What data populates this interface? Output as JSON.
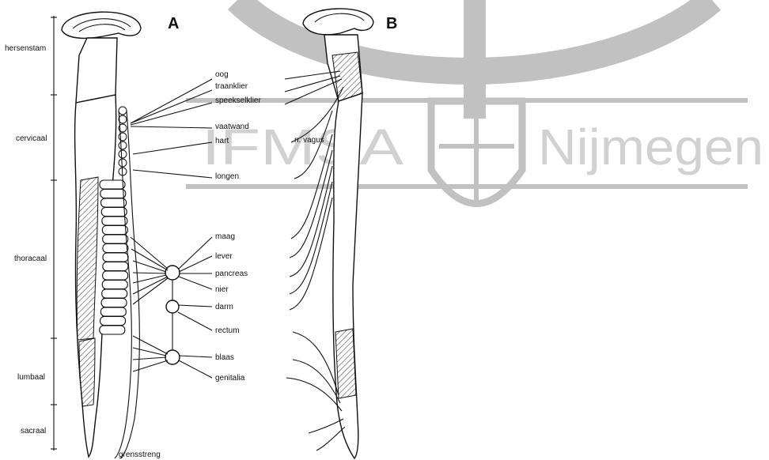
{
  "panels": {
    "a": "A",
    "b": "B"
  },
  "watermark": {
    "org": "IFMSA",
    "city": "Nijmegen"
  },
  "regions": {
    "hersenstam": "hersenstam",
    "cervicaal": "cervicaal",
    "thoracaal": "thoracaal",
    "lumbaal": "lumbaal",
    "sacraal": "sacraal",
    "grensstreng": "grensstreng"
  },
  "organs": {
    "oog": "oog",
    "traanklier": "traanklier",
    "speekselklier": "speekselklier",
    "vaatwand": "vaatwand",
    "hart": "hart",
    "longen": "longen",
    "maag": "maag",
    "lever": "lever",
    "pancreas": "pancreas",
    "nier": "nier",
    "darm": "darm",
    "rectum": "rectum",
    "blaas": "blaas",
    "genitalia": "genitalia",
    "n_vagus": "n. vagus"
  },
  "colors": {
    "watermark": "#8f8f8f",
    "ink": "#111111"
  }
}
